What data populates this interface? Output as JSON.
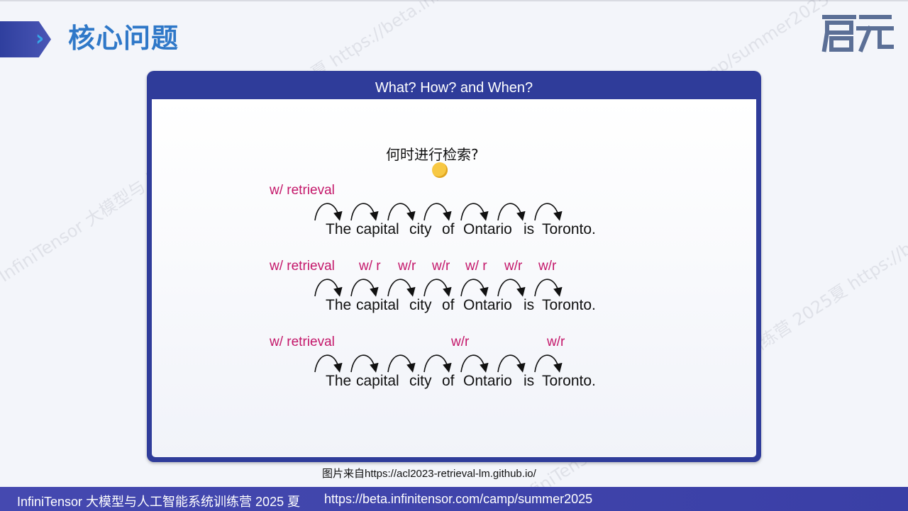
{
  "header": {
    "title": "核心问题",
    "logo_text": "启元"
  },
  "watermark": {
    "text": "InfiniTensor 大模型与人工智能系统训练营 2025夏 https://beta.infinitensor.com/camp/summer2025"
  },
  "panel": {
    "title": "What?  How?  and When?",
    "question": "何时进行检索?",
    "question_emoji": "thinking-face-icon",
    "sentence_words": [
      "The",
      "capital",
      "city",
      "of",
      "Ontario",
      "is",
      "Toronto."
    ],
    "rows": [
      {
        "labels": [
          "w/ retrieval"
        ]
      },
      {
        "labels": [
          "w/ retrieval",
          "w/ r",
          "w/r",
          "w/r",
          "w/ r",
          "w/r",
          "w/r"
        ]
      },
      {
        "labels": [
          "w/ retrieval",
          "w/r",
          "w/r"
        ]
      }
    ]
  },
  "credit": "图片来自https://acl2023-retrieval-lm.github.io/",
  "footer": {
    "program": "InfiniTensor 大模型与人工智能系统训练营 2025 夏",
    "url": "https://beta.infinitensor.com/camp/summer2025"
  },
  "colors": {
    "accent_blue": "#2f3c9a",
    "title_blue": "#2f78c8",
    "label_magenta": "#c4176a"
  }
}
